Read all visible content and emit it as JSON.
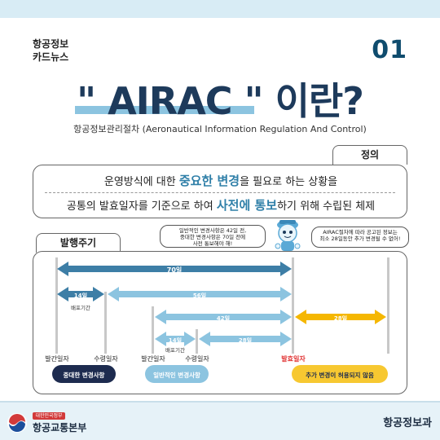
{
  "header": {
    "label_line1": "항공정보",
    "label_line2": "카드뉴스",
    "number": "01"
  },
  "title": "\" AIRAC \" 이란?",
  "subtitle": "항공정보관리절차 (Aeronautical Information Regulation And Control)",
  "definition": {
    "tab": "정의",
    "line1_pre": "운영방식에 대한 ",
    "line1_hl": "중요한 변경",
    "line1_post": "을 필요로 하는 상황을",
    "line2_pre": "공통의 발효일자를 기준으로 하여 ",
    "line2_hl": "사전에 통보",
    "line2_post": "하기 위해 수립된 체제"
  },
  "period": {
    "tab": "발행주기",
    "bubble_left_1": "일반적인 변경사항은 42일 전,",
    "bubble_left_2": "중대한 변경사항은 70일 전에",
    "bubble_left_3": "사전 통보해야 해!",
    "bubble_right_1": "AIRAC절차에 따라 공고된 정보는",
    "bubble_right_2": "최소 28일동안 추가 변경될 수 없어!",
    "arrows": {
      "a70": "70일",
      "a14_major": "14일",
      "a56": "56일",
      "a42": "42일",
      "a28_fixed": "28일",
      "a14_general": "14일",
      "a28_general": "28일"
    },
    "distribution_label": "배포기간",
    "distribution_label2": "배포기간",
    "axis_labels": {
      "pub1": "발간일자",
      "recv1": "수령일자",
      "pub2": "발간일자",
      "recv2": "수령일자",
      "effective": "발효일자"
    },
    "pills": {
      "major": "중대한 변경사항",
      "general": "일반적인 변경사항",
      "no_change": "추가 변경이 허용되지 않음"
    },
    "colors": {
      "major": "#3d7ea6",
      "general": "#8cc4e0",
      "fixed": "#f5b700",
      "effective": "#e03030",
      "pill_major": "#1d2b4f",
      "pill_general": "#8cc4e0",
      "pill_fixed": "#f7c831"
    }
  },
  "footer": {
    "badge": "대한민국정부",
    "ministry": "항공교통본부",
    "department": "항공정보과"
  }
}
